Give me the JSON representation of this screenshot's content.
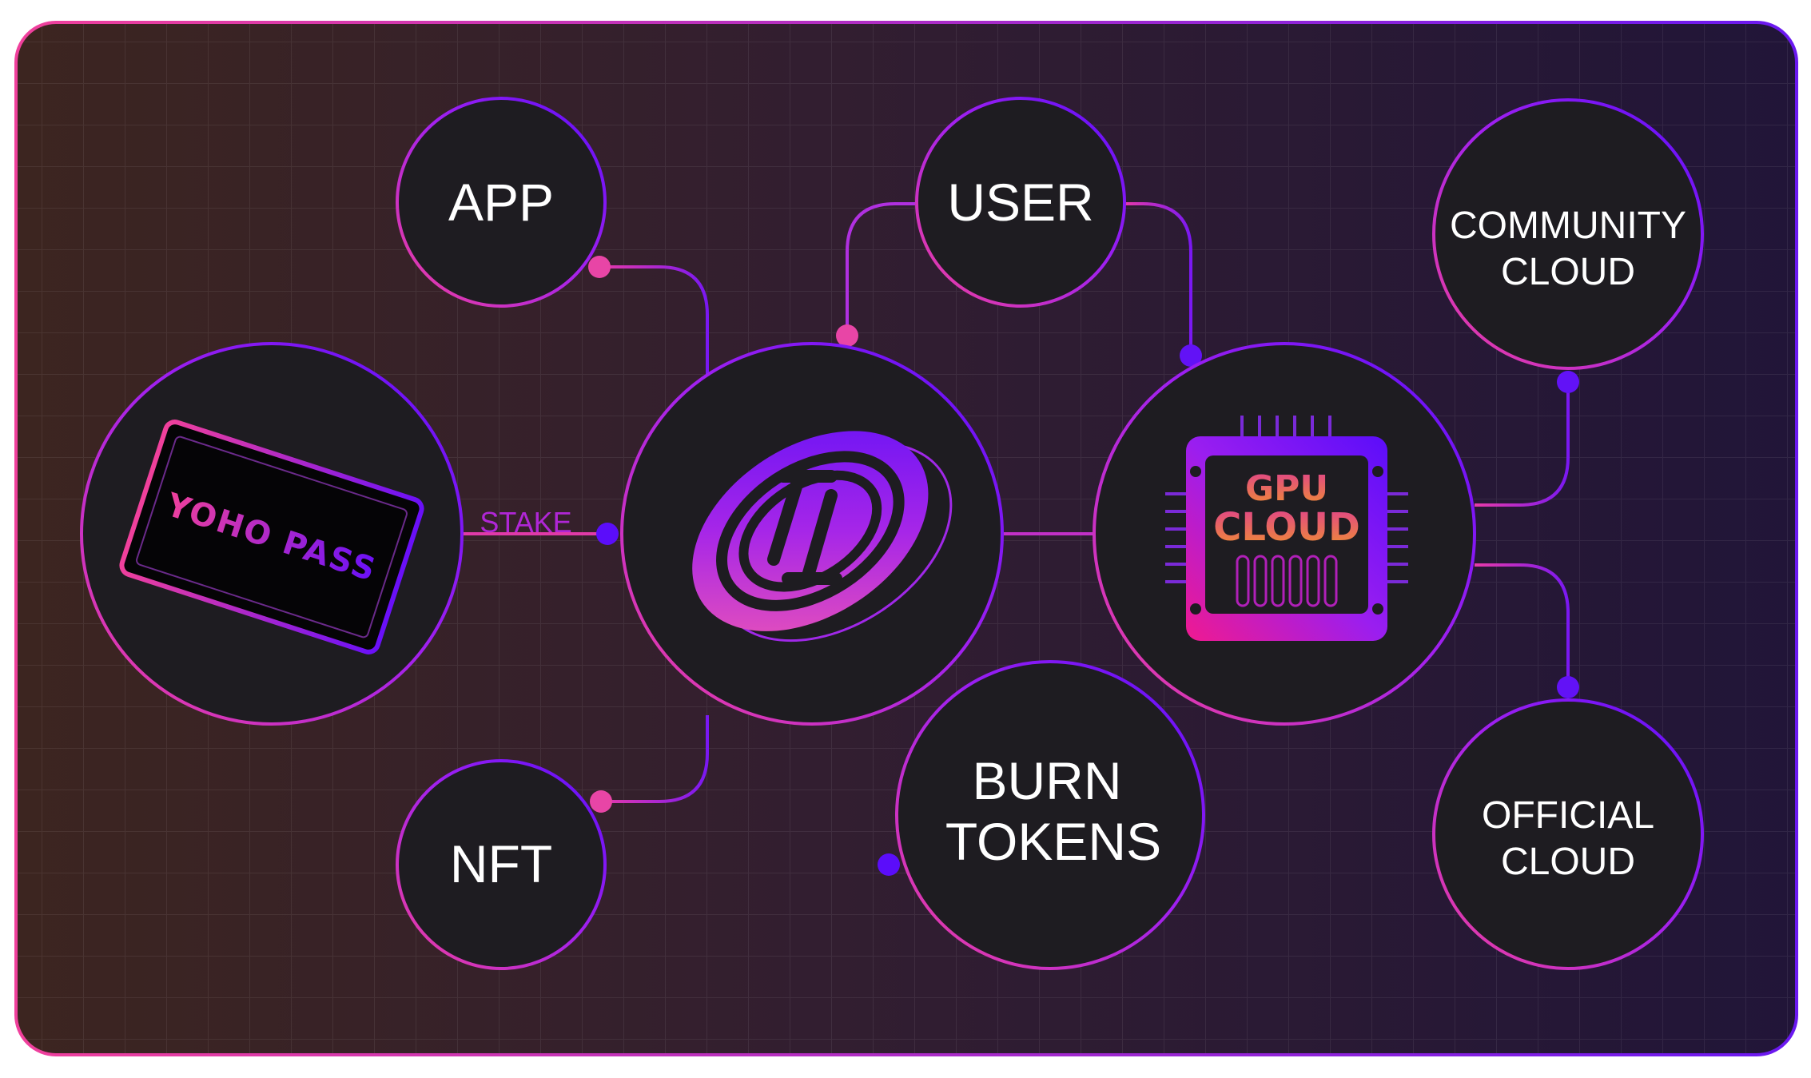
{
  "nodes": {
    "app": {
      "label": "APP"
    },
    "user": {
      "label": "USER"
    },
    "community_cloud": {
      "line1": "COMMUNITY",
      "line2": "CLOUD"
    },
    "yoho_pass": {
      "label": "YOHO PASS"
    },
    "gpu_cloud": {
      "line1": "GPU",
      "line2": "CLOUD"
    },
    "nft": {
      "label": "NFT"
    },
    "burn_tokens": {
      "line1": "BURN",
      "line2": "TOKENS"
    },
    "official_cloud": {
      "line1": "OFFICIAL",
      "line2": "CLOUD"
    }
  },
  "edges": {
    "stake_label": "STAKE"
  },
  "colors": {
    "background_left": "#3b2420",
    "background_right": "#231535",
    "node_fill": "#1e1c21",
    "accent_pink": "#f0409c",
    "accent_purple": "#5b0dfa",
    "accent_orange": "#f08a28"
  }
}
